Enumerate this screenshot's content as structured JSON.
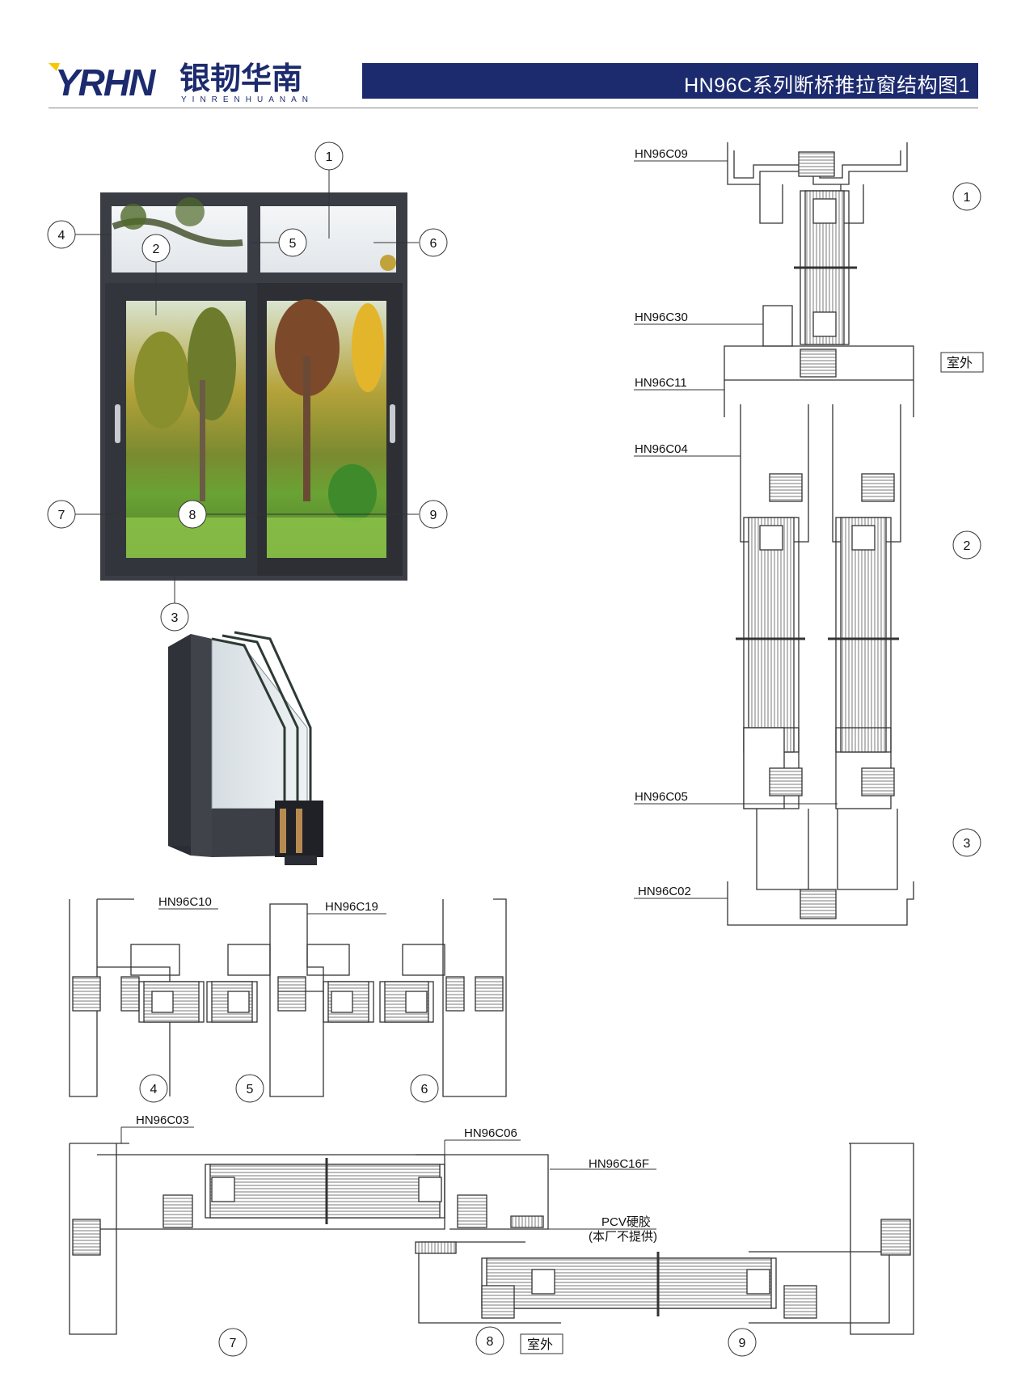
{
  "brand": {
    "logo_mark": "YRHN",
    "name_cn": "银韧华南",
    "name_pinyin": "YINRENHUANAN",
    "colors": {
      "primary": "#1c2a6e",
      "accent": "#f5c800"
    }
  },
  "title": "HN96C系列断桥推拉窗结构图1",
  "window_callouts": [
    "1",
    "2",
    "3",
    "4",
    "5",
    "6",
    "7",
    "8",
    "9"
  ],
  "vertical_section": {
    "labels": [
      "HN96C09",
      "HN96C30",
      "HN96C11",
      "HN96C04",
      "HN96C05",
      "HN96C02"
    ],
    "outside_label": "室外",
    "markers": [
      "1",
      "2",
      "3"
    ]
  },
  "horizontal_section_top": {
    "labels": [
      "HN96C10",
      "HN96C19"
    ],
    "markers": [
      "4",
      "5",
      "6"
    ]
  },
  "horizontal_section_bottom": {
    "labels": [
      "HN96C03",
      "HN96C06",
      "HN96C16F"
    ],
    "pvc_label": "PCV硬胶",
    "pvc_note": "(本厂不提供)",
    "outside_label": "室外",
    "markers": [
      "7",
      "8",
      "9"
    ]
  }
}
